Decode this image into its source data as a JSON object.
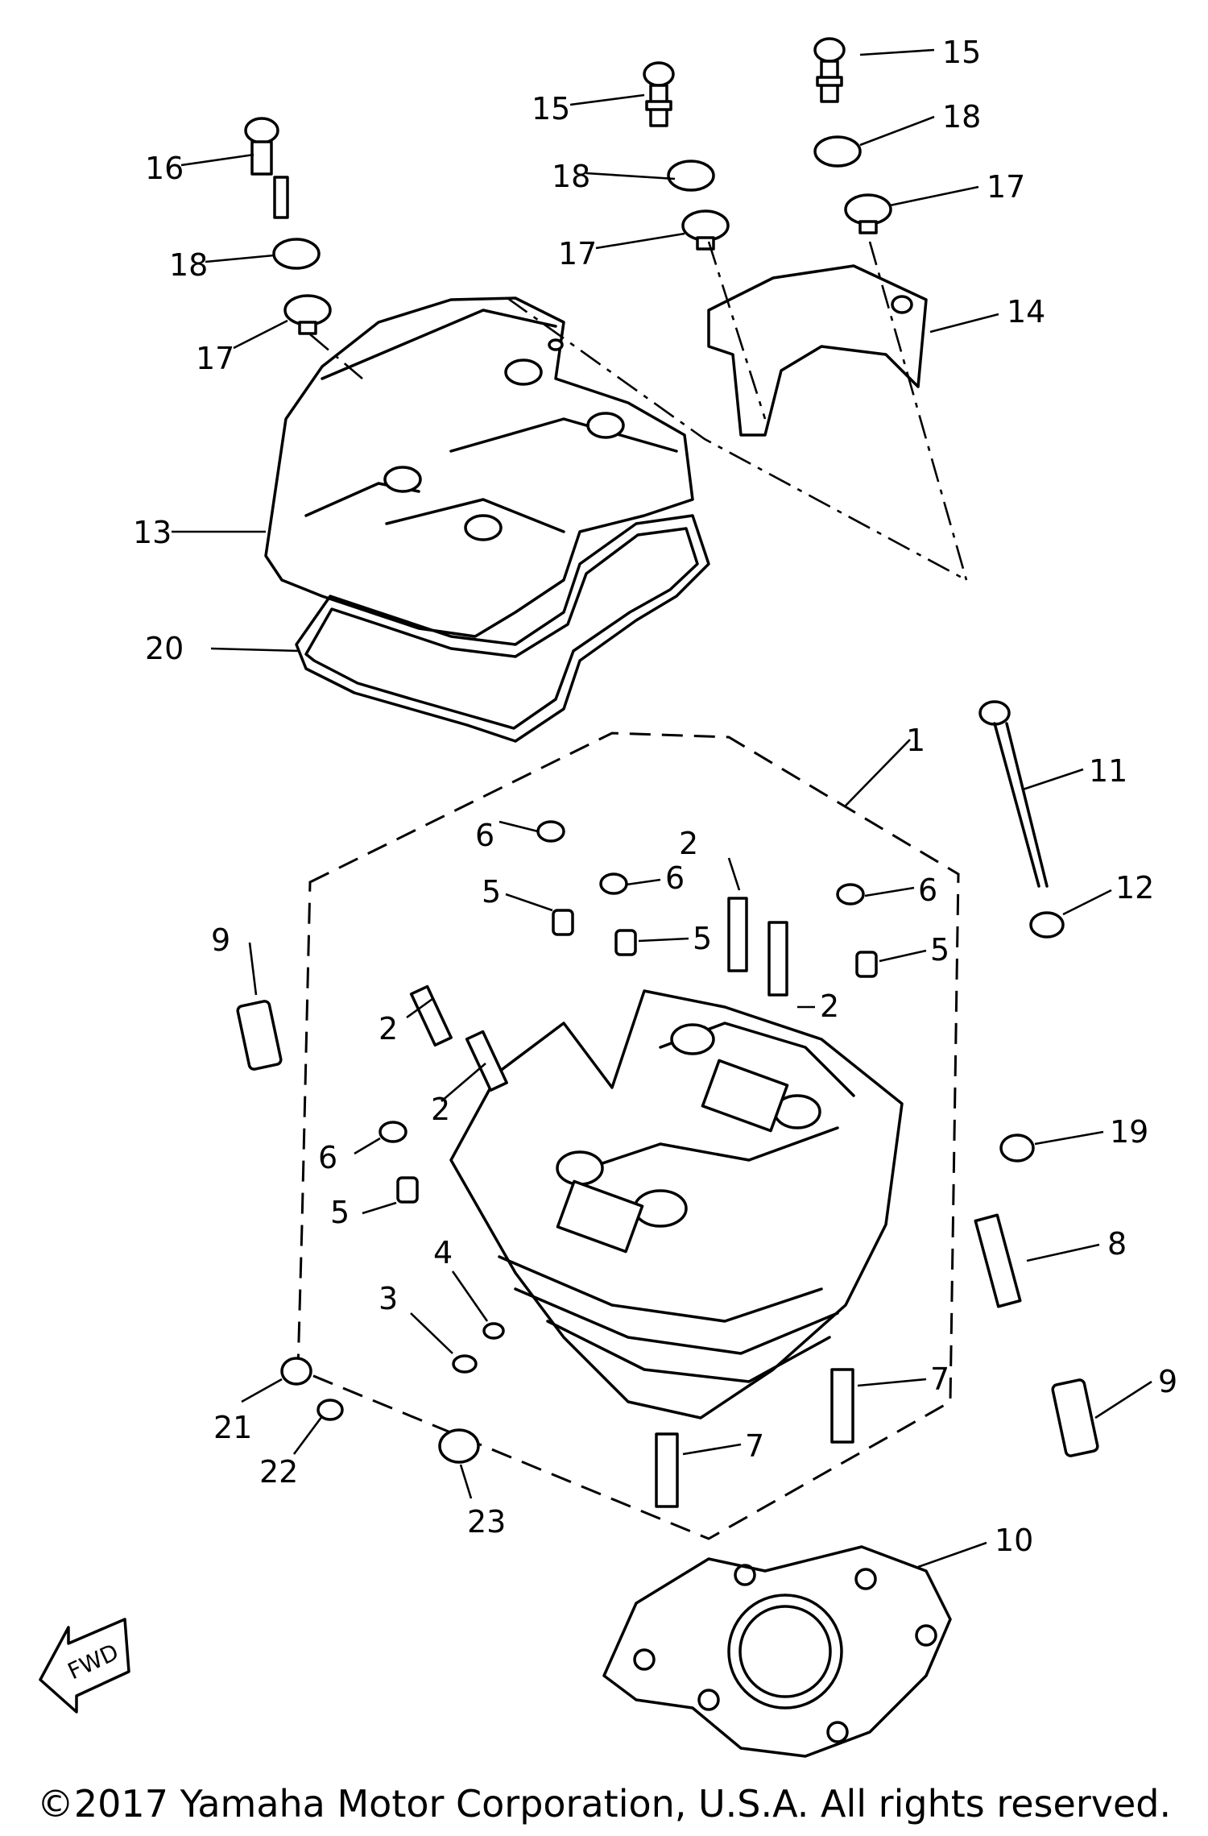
{
  "diagram": {
    "callouts": {
      "c1": "1",
      "c2a": "2",
      "c2b": "2",
      "c2c": "2",
      "c2d": "2",
      "c3": "3",
      "c4": "4",
      "c5a": "5",
      "c5b": "5",
      "c5c": "5",
      "c5d": "5",
      "c6a": "6",
      "c6b": "6",
      "c6c": "6",
      "c6d": "6",
      "c7a": "7",
      "c7b": "7",
      "c8": "8",
      "c9a": "9",
      "c9b": "9",
      "c10": "10",
      "c11": "11",
      "c12": "12",
      "c13": "13",
      "c14": "14",
      "c15a": "15",
      "c15b": "15",
      "c16": "16",
      "c17a": "17",
      "c17b": "17",
      "c17c": "17",
      "c18a": "18",
      "c18b": "18",
      "c18c": "18",
      "c19": "19",
      "c20": "20",
      "c21": "21",
      "c22": "22",
      "c23": "23"
    },
    "fwd_label": "FWD"
  },
  "copyright": "©2017 Yamaha Motor Corporation, U.S.A. All rights reserved."
}
